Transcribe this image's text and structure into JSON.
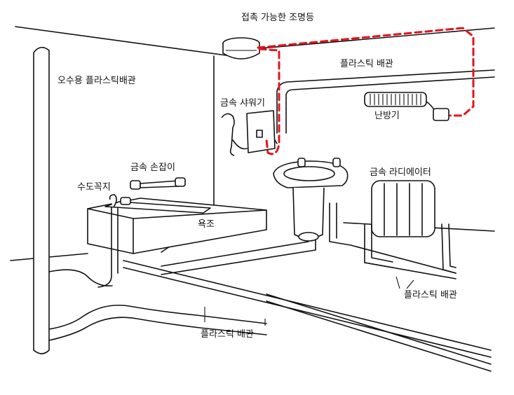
{
  "labels": {
    "light": "접촉 가능한 조명등",
    "plastic_pipe_top": "플라스틱 배관",
    "sewer_pipe": "오수용 플라스틱배관",
    "shower": "금속 샤워기",
    "heater": "난방기",
    "handle": "금속 손잡이",
    "faucet": "수도꼭지",
    "radiator": "금속 라디에이터",
    "bathtub": "욕조",
    "plastic_pipe_right": "플라스틱 배관",
    "plastic_pipe_bottom": "플라스틱 배관"
  },
  "colors": {
    "wire": "#e0141e",
    "line": "#111111",
    "background": "#ffffff"
  }
}
